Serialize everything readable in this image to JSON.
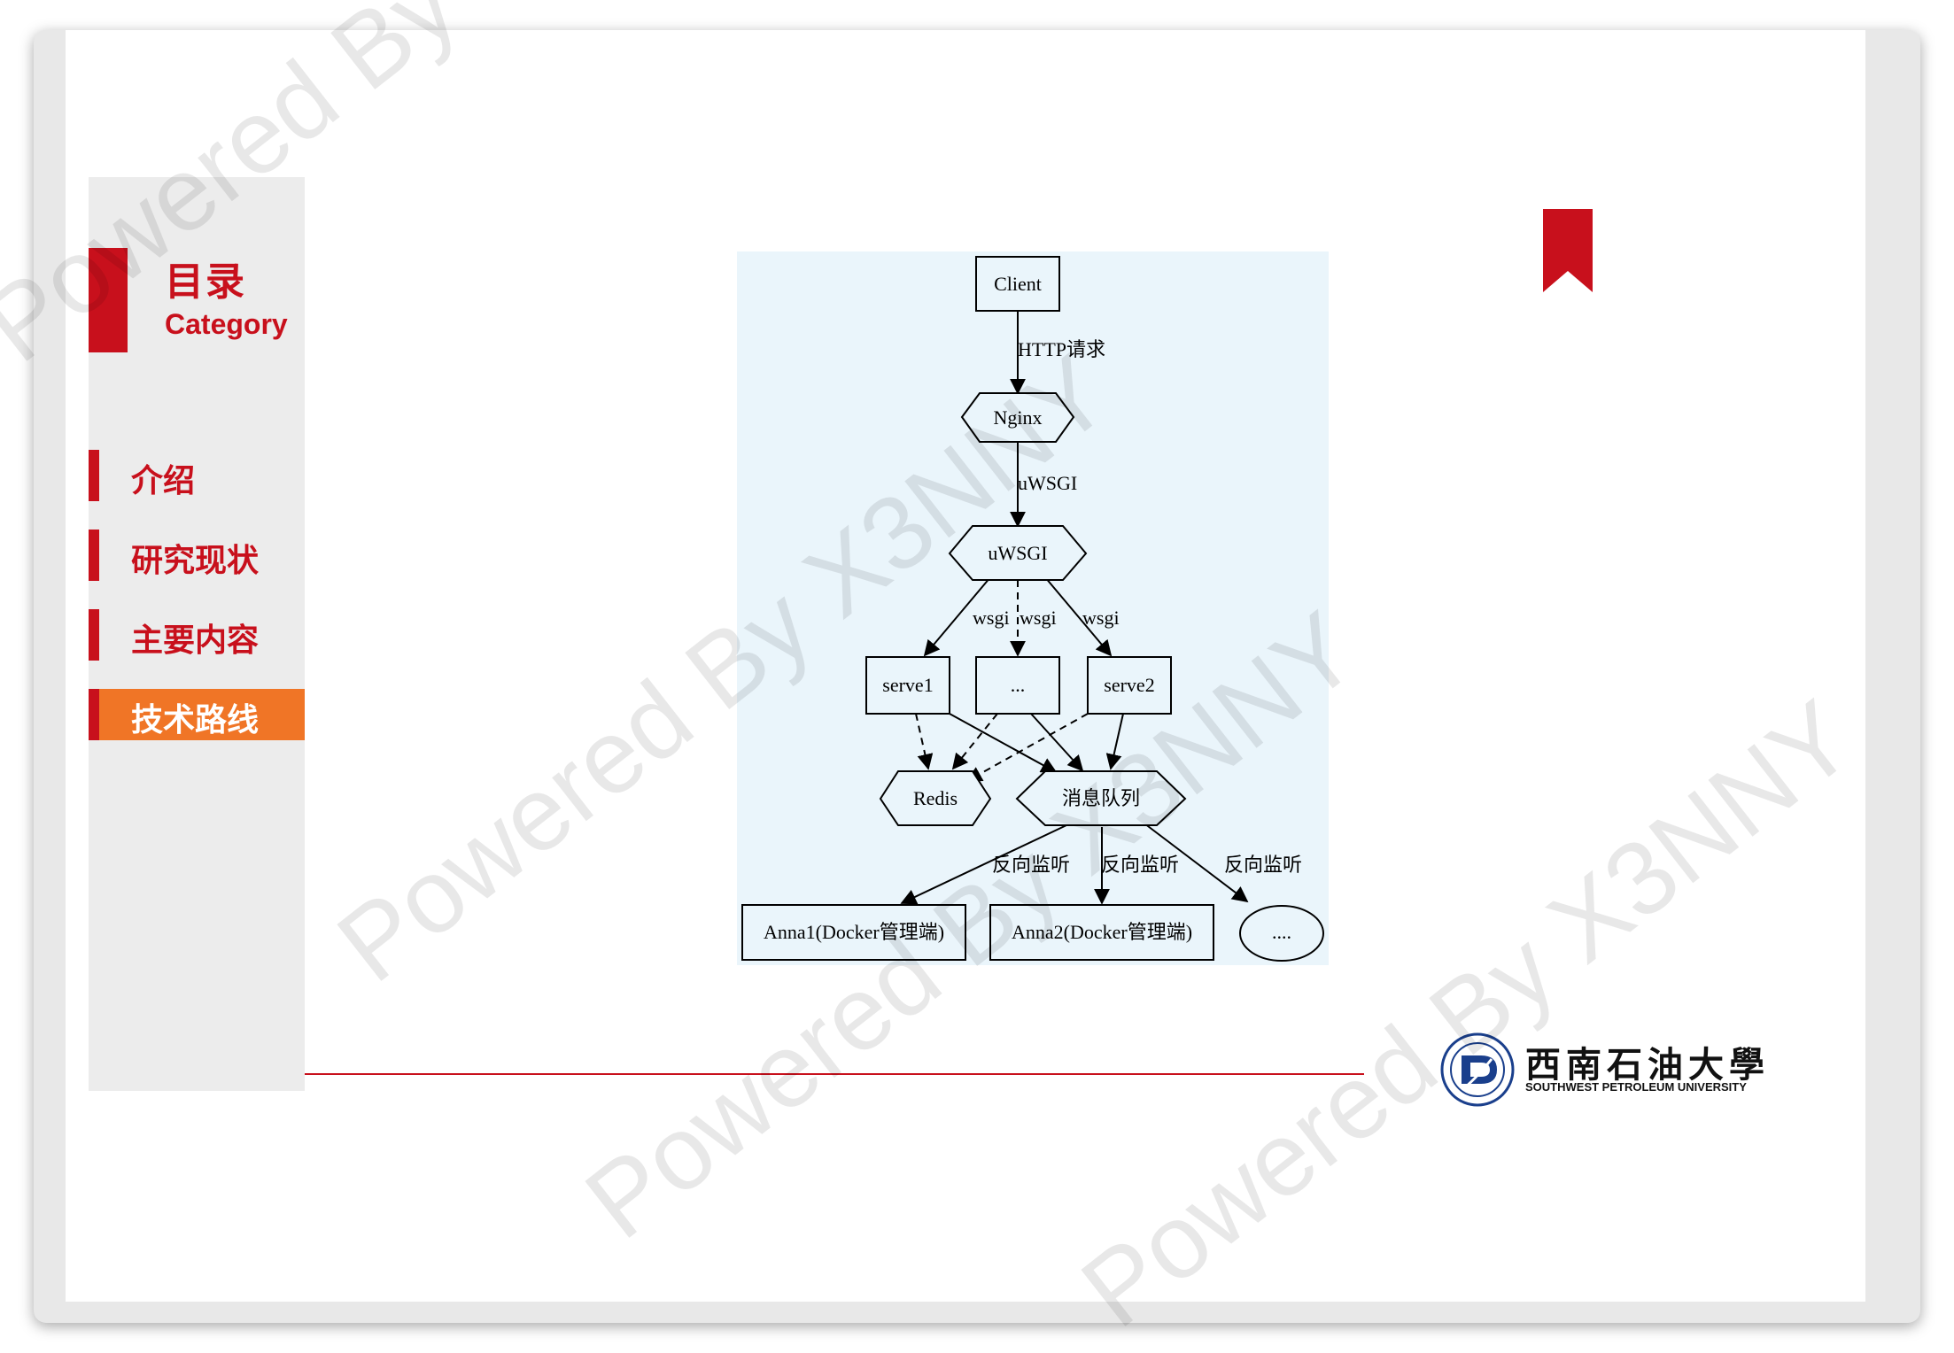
{
  "sidebar": {
    "title": "目录",
    "subtitle": "Category",
    "items": [
      {
        "label": "介绍"
      },
      {
        "label": "研究现状"
      },
      {
        "label": "主要内容"
      },
      {
        "label": "技术路线"
      }
    ],
    "active_index": 3
  },
  "diagram": {
    "nodes": {
      "client": "Client",
      "nginx": "Nginx",
      "uwsgi": "uWSGI",
      "serve1": "serve1",
      "dots": "...",
      "serve2": "serve2",
      "redis": "Redis",
      "mq": "消息队列",
      "anna1": "Anna1(Docker管理端)",
      "anna2": "Anna2(Docker管理端)",
      "more": "...."
    },
    "edges": {
      "http": "HTTP请求",
      "uwsgi": "uWSGI",
      "wsgi1": "wsgi",
      "wsgi2": "wsgi",
      "wsgi3": "wsgi",
      "listen1": "反向监听",
      "listen2": "反向监听",
      "listen3": "反向监听"
    }
  },
  "watermark": "Powered By X3NNY",
  "logo": {
    "cn": "西南石油大學",
    "en": "SOUTHWEST PETROLEUM UNIVERSITY"
  },
  "colors": {
    "accent": "#c8101c",
    "active": "#f07526",
    "diagram_bg": "#eaf5fb"
  }
}
